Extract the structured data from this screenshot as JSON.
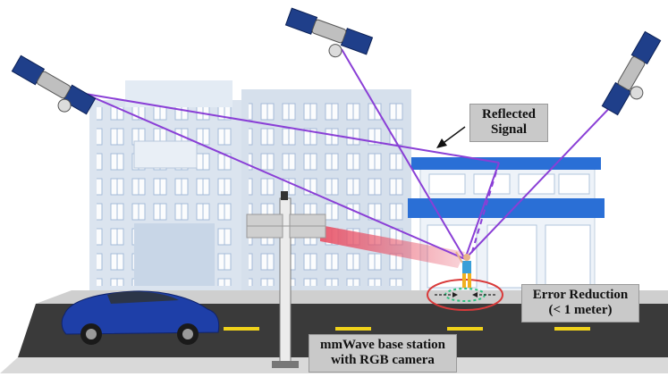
{
  "labels": {
    "reflected_signal": [
      "Reflected",
      "Signal"
    ],
    "error_reduction": [
      "Error Reduction",
      "(< 1 meter)"
    ],
    "base_station": [
      "mmWave base station",
      "with RGB camera"
    ]
  },
  "icons": [
    "satellite-icon",
    "car-icon",
    "person-icon",
    "base-station-icon",
    "building-icon",
    "shop-icon"
  ],
  "colors": {
    "signal": "#8a3fd6",
    "beam": "#e8566a",
    "error_ring": "#d93a3a",
    "road": "#3a3a3a",
    "lane": "#f0d21a",
    "building": "#dbe4ef",
    "shop_roof": "#2a6fd6",
    "label_bg": "#c9c9c9"
  }
}
